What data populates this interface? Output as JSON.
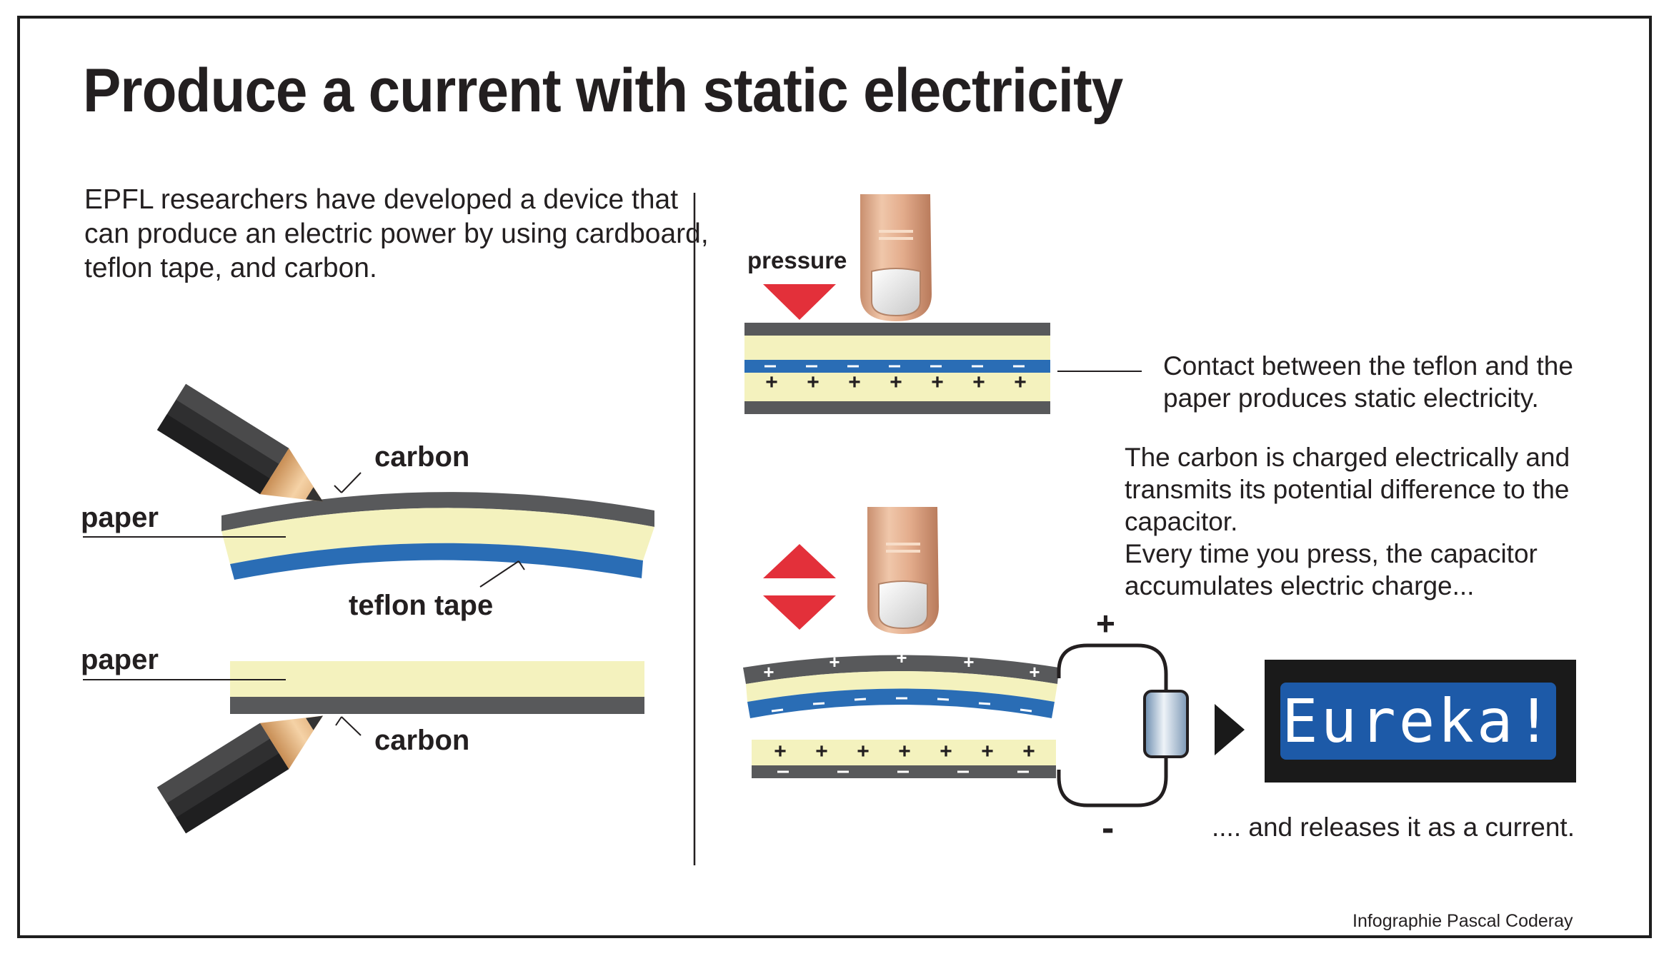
{
  "title": "Produce a current with static electricity",
  "intro": "EPFL researchers have developed a device that can produce an electric power by using cardboard, teflon tape, and carbon.",
  "left_panel": {
    "label_carbon_top": "carbon",
    "label_paper_top": "paper",
    "label_teflon": "teflon tape",
    "label_paper_bottom": "paper",
    "label_carbon_bottom": "carbon"
  },
  "right_panel": {
    "pressure_label": "pressure",
    "contact_text": "Contact between the teflon and the paper produces static electricity.",
    "charge_text": "The carbon is charged electrically and transmits its potential difference to the capacitor.",
    "press_text": "Every time you press, the capacitor accumulates electric charge...",
    "plus_sign": "+",
    "minus_sign": "-",
    "display_text": "Eureka!",
    "release_text": ".... and releases it as a current."
  },
  "credit": "Infographie Pascal Coderay",
  "colors": {
    "carbon": "#58595b",
    "paper": "#f4f2be",
    "teflon": "#2a6db5",
    "arrow_red": "#e3303a",
    "display_bg": "#1d5aa8",
    "display_frame": "#1a1a1a"
  },
  "icons": [
    "pencil-icon",
    "finger-icon",
    "pressure-arrow-icon",
    "press-release-arrows-icon",
    "capacitor-icon",
    "play-triangle-icon"
  ]
}
